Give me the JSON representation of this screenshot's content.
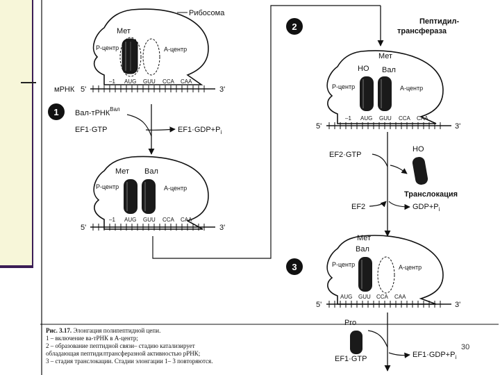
{
  "labels": {
    "ribosome": "Рибосома",
    "met": "Мет",
    "val": "Вал",
    "p_site": "Р-центр",
    "a_site": "А-центр",
    "mrna": "мРНК",
    "five_prime": "5'",
    "three_prime": "3'",
    "minus_one": "–1",
    "codons": [
      "AUG",
      "GUU",
      "CCA",
      "CAA"
    ],
    "ho": "HO",
    "pro": "Pro"
  },
  "steps": {
    "one": "1",
    "two": "2",
    "three": "3"
  },
  "step1": {
    "val_trna_base": "Вал-тРНК",
    "val_trna_sup": "Вал",
    "ef1_gtp": "EF1·GTP",
    "ef1_gdp_base": "EF1·GDP+P",
    "ef1_gdp_sub": "i"
  },
  "step2": {
    "peptidyl_line1": "Пептидил-",
    "peptidyl_line2": "трансфераза",
    "ef2_gtp": "EF2·GTP",
    "translocation": "Транслокация",
    "ef2": "EF2",
    "gdp_pi_base": "GDP+P",
    "gdp_pi_sub": "i"
  },
  "step3": {
    "ef1_gtp": "EF1·GTP",
    "ef1_gdp_base": "EF1·GDP+P",
    "ef1_gdp_sub": "i"
  },
  "caption": {
    "label": "Рис. 3.17.",
    "title": "Элонгация полипептидной цепи.",
    "line1": "1 – включение ва-тРНК в А-центр;",
    "line2": "2 – образование пептидной связи– стадию катализирует",
    "line3": "обладающая пептидилтрансферазной активностью рРНК;",
    "line4": "3 – стадия транслокации. Стадии элонгации 1– 3 повторяются."
  },
  "slide_number": "30"
}
